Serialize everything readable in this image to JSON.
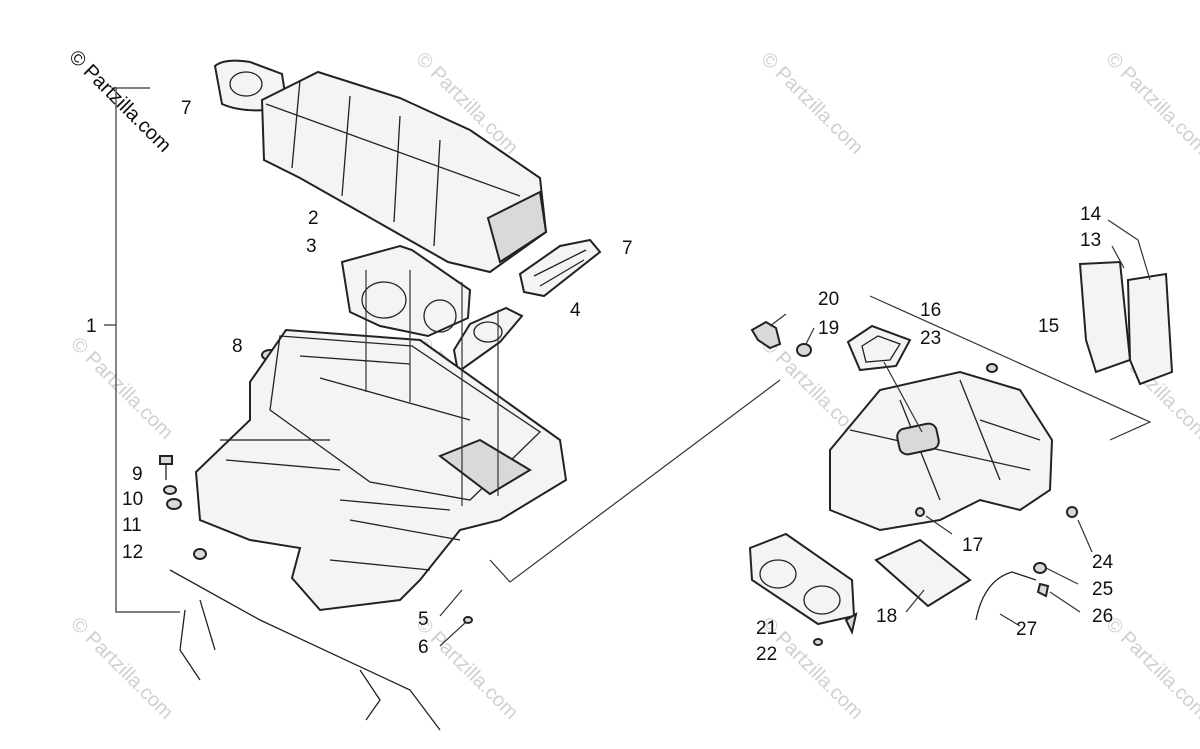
{
  "watermark": {
    "text": "© Partzilla.com"
  },
  "callouts": [
    "1",
    "2",
    "3",
    "4",
    "5",
    "6",
    "7",
    "7",
    "8",
    "9",
    "10",
    "11",
    "12",
    "13",
    "14",
    "15",
    "16",
    "17",
    "18",
    "19",
    "20",
    "21",
    "22",
    "23",
    "24",
    "25",
    "26",
    "27"
  ]
}
